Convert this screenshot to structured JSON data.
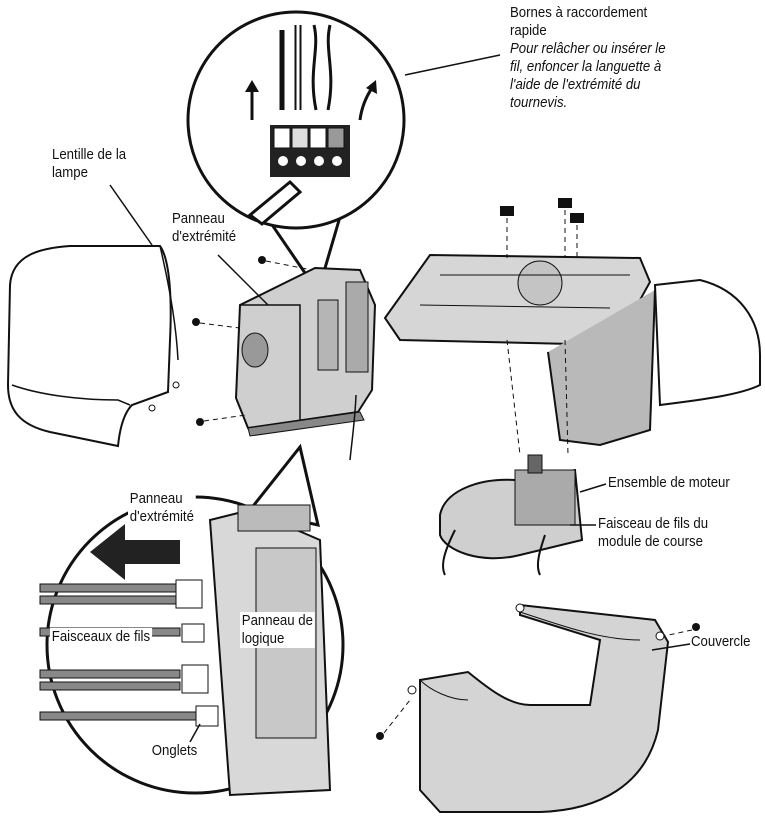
{
  "labels": {
    "quick_connect_title_line1": "Bornes à raccordement",
    "quick_connect_title_line2": "rapide",
    "quick_connect_note_line1": "Pour relâcher ou insérer le",
    "quick_connect_note_line2": "fil, enfoncer la languette à",
    "quick_connect_note_line3": "l'aide de l'extrémité du",
    "quick_connect_note_line4": "tournevis.",
    "lamp_lens_line1": "Lentille de la",
    "lamp_lens_line2": "lampe",
    "end_panel_line1": "Panneau",
    "end_panel_line2": "d'extrémité",
    "motor_assembly": "Ensemble de moteur",
    "travel_harness_line1": "Faisceau de fils du",
    "travel_harness_line2": "module de course",
    "cover": "Couvercle",
    "inset_end_panel_line1": "Panneau",
    "inset_end_panel_line2": "d'extrémité",
    "logic_panel_line1": "Panneau de",
    "logic_panel_line2": "logique",
    "wire_harnesses": "Faisceaux de fils",
    "tabs": "Onglets"
  }
}
